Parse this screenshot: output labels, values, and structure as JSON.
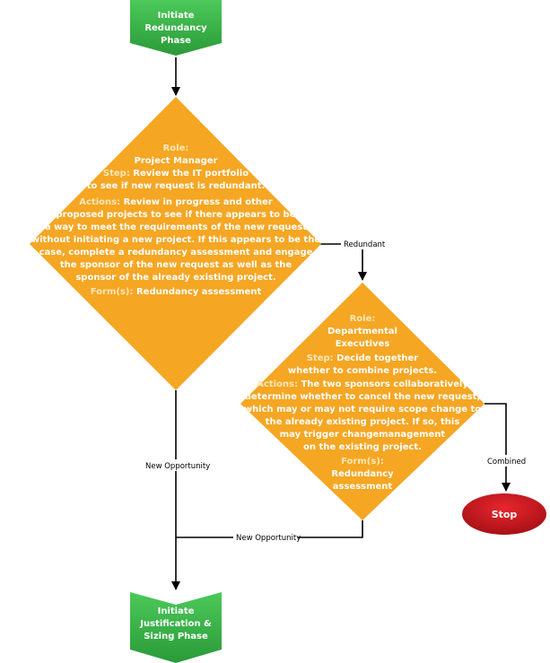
{
  "colors": {
    "phase_green": "#3bb84a",
    "phase_green_dark": "#2a9a38",
    "decision_orange": "#f5a623",
    "stop_red": "#c8161d",
    "line": "#000000"
  },
  "nodes": {
    "start": {
      "lines": [
        "Initiate",
        "Redundancy",
        "Phase"
      ]
    },
    "pm": {
      "role_key": "Role:",
      "role_value": "Project Manager",
      "step_key": "Step:",
      "step_lines": [
        "Review the IT portfolio",
        "to see if new request is redundant."
      ],
      "actions_key": "Actions:",
      "actions_lines": [
        "Review in progress and other",
        "proposed projects to see if there appears to be",
        "a way to meet the requirements of the new request",
        "without initiating a new project. If this appears to be the",
        "case, complete a redundancy assessment and engage",
        "the sponsor of the new request as well as the",
        "sponsor of the already existing project."
      ],
      "forms_key": "Form(s):",
      "forms_value": "Redundancy assessment"
    },
    "de": {
      "role_key": "Role:",
      "role_lines": [
        "Departmental",
        "Executives"
      ],
      "step_key": "Step:",
      "step_lines": [
        "Decide together",
        "whether to combine projects."
      ],
      "actions_key": "Actions:",
      "actions_lines": [
        "The two sponsors collaboratively",
        "determine whether to cancel the new request,",
        "which may or may not require scope change to",
        "the already existing project. If so, this",
        "may trigger changemanagement",
        "on the existing project."
      ],
      "forms_key": "Form(s):",
      "forms_lines": [
        "Redundancy",
        "assessment"
      ]
    },
    "stop": {
      "label": "Stop"
    },
    "end": {
      "lines": [
        "Initiate",
        "Justification &",
        "Sizing Phase"
      ]
    }
  },
  "edges": {
    "redundant": "Redundant",
    "new_opportunity_1": "New Opportunity",
    "new_opportunity_2": "New Opportunity",
    "combined": "Combined"
  }
}
